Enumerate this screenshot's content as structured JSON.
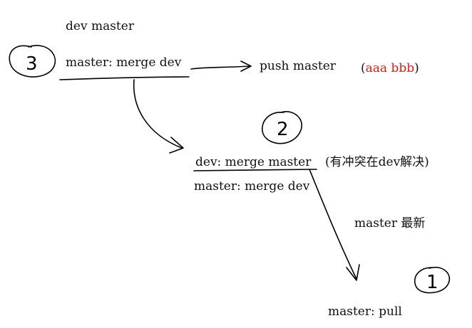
{
  "labels": {
    "top_branches": "dev  master",
    "master_merge_dev_top": "master: merge dev",
    "push_master": "push master",
    "paren_open": "(",
    "aaa_bbb": "aaa bbb",
    "paren_close": ")",
    "dev_merge_master": "dev: merge master",
    "conflict_note": "(有冲突在dev解决)",
    "master_merge_dev_mid": "master: merge dev",
    "master_latest": "master 最新",
    "master_pull": "master: pull"
  },
  "step_numbers": {
    "one": "1",
    "two": "2",
    "three": "3"
  },
  "colors": {
    "ink": "#000000",
    "highlight": "#e01818"
  }
}
